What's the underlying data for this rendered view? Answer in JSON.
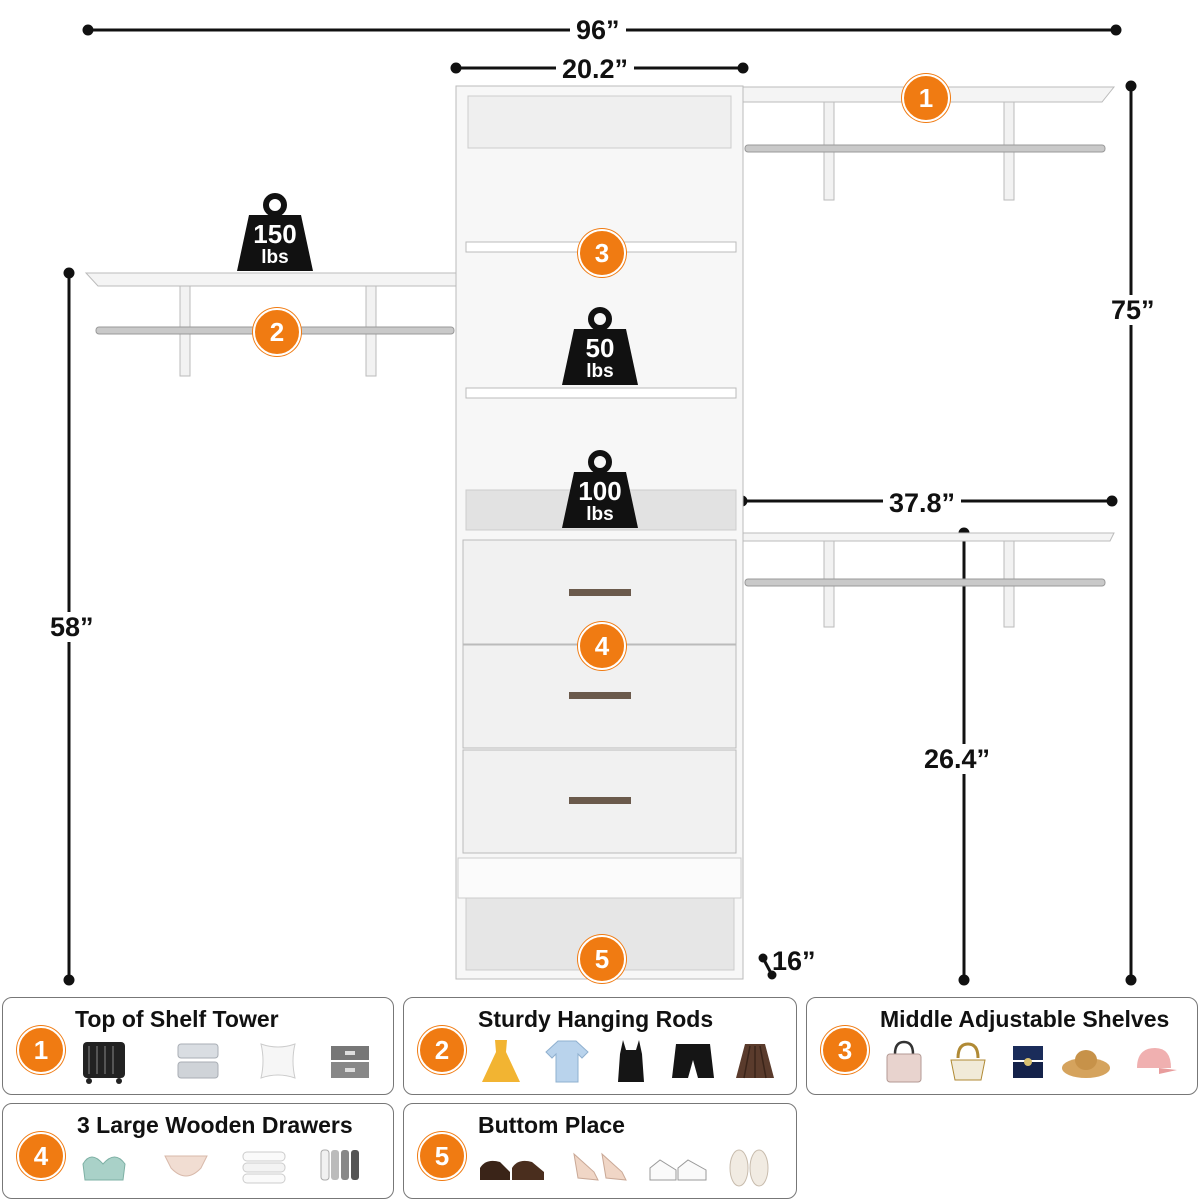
{
  "dimensions": {
    "total_width": "96”",
    "tower_width": "20.2”",
    "total_height": "75”",
    "left_height": "58”",
    "right_shelf_width": "37.8”",
    "right_height": "26.4”",
    "depth": "16”"
  },
  "weights": {
    "left_shelf": {
      "value": "150",
      "unit": "lbs"
    },
    "tower_shelf": {
      "value": "50",
      "unit": "lbs"
    },
    "drawer_top": {
      "value": "100",
      "unit": "lbs"
    }
  },
  "callouts": [
    "1",
    "2",
    "3",
    "4",
    "5"
  ],
  "features": [
    {
      "num": "1",
      "title": "Top of Shelf Tower",
      "icons": [
        "suitcase-icon",
        "folded-sweaters-icon",
        "pillow-icon",
        "storage-box-icon"
      ]
    },
    {
      "num": "2",
      "title": "Sturdy Hanging Rods",
      "icons": [
        "dress-icon",
        "shirt-icon",
        "camisole-icon",
        "shorts-icon",
        "skirt-icon"
      ]
    },
    {
      "num": "3",
      "title": "Middle Adjustable Shelves",
      "icons": [
        "handbag-icon",
        "purse-icon",
        "jewelry-box-icon",
        "sun-hat-icon",
        "cap-icon"
      ]
    },
    {
      "num": "4",
      "title": "3 Large Wooden Drawers",
      "icons": [
        "bra-icon",
        "underwear-icon",
        "towels-icon",
        "socks-icon"
      ]
    },
    {
      "num": "5",
      "title": "Buttom Place",
      "icons": [
        "dress-shoes-icon",
        "heels-icon",
        "sneakers-icon",
        "slippers-icon"
      ]
    }
  ],
  "colors": {
    "accent": "#f07b12",
    "weight": "#111111",
    "panel": "#ffffff"
  }
}
